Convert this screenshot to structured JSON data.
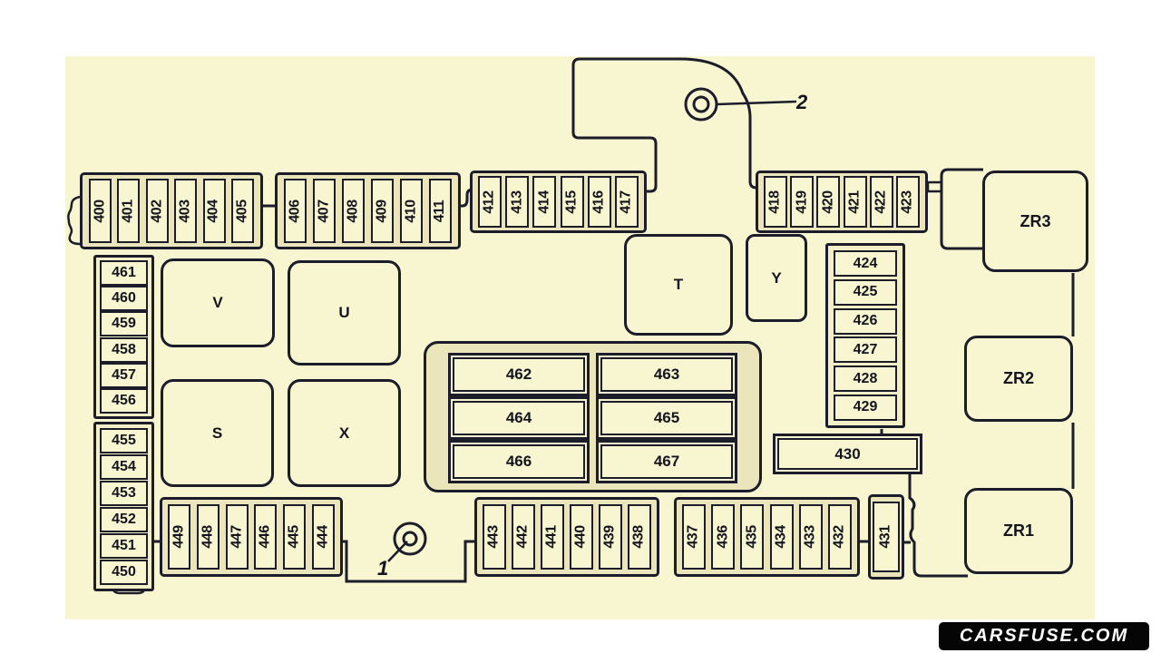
{
  "colors": {
    "ink": "#1c1c2a",
    "paper": "#ffffff",
    "board": "#f8f6d0",
    "group_fill": "#eae5bb",
    "column_fill": "#f3efc6",
    "fuse_fill": "#f8f6d0",
    "badge_bg": "#050505",
    "badge_text": "#ffffff"
  },
  "watermark": "CARSFUSE.COM",
  "callouts": {
    "c1": "1",
    "c2": "2"
  },
  "groups": {
    "a": [
      "400",
      "401",
      "402",
      "403",
      "404",
      "405"
    ],
    "b": [
      "406",
      "407",
      "408",
      "409",
      "410",
      "411"
    ],
    "c": [
      "412",
      "413",
      "414",
      "415",
      "416",
      "417"
    ],
    "d": [
      "418",
      "419",
      "420",
      "421",
      "422",
      "423"
    ],
    "left_upper": [
      "461",
      "460",
      "459",
      "458",
      "457",
      "456"
    ],
    "left_lower": [
      "455",
      "454",
      "453",
      "452",
      "451",
      "450"
    ],
    "right_column": [
      "424",
      "425",
      "426",
      "427",
      "428",
      "429"
    ],
    "bottom_left": [
      "449",
      "448",
      "447",
      "446",
      "445",
      "444"
    ],
    "bottom_mid": [
      "443",
      "442",
      "441",
      "440",
      "439",
      "438"
    ],
    "bottom_right": [
      "437",
      "436",
      "435",
      "434",
      "433",
      "432"
    ],
    "center": [
      "462",
      "463",
      "464",
      "465",
      "466",
      "467"
    ],
    "f430": "430",
    "f431": "431"
  },
  "relays": {
    "v": "V",
    "u": "U",
    "s": "S",
    "x": "X",
    "t": "T",
    "y": "Y"
  },
  "zones": {
    "zr1": "ZR1",
    "zr2": "ZR2",
    "zr3": "ZR3"
  }
}
